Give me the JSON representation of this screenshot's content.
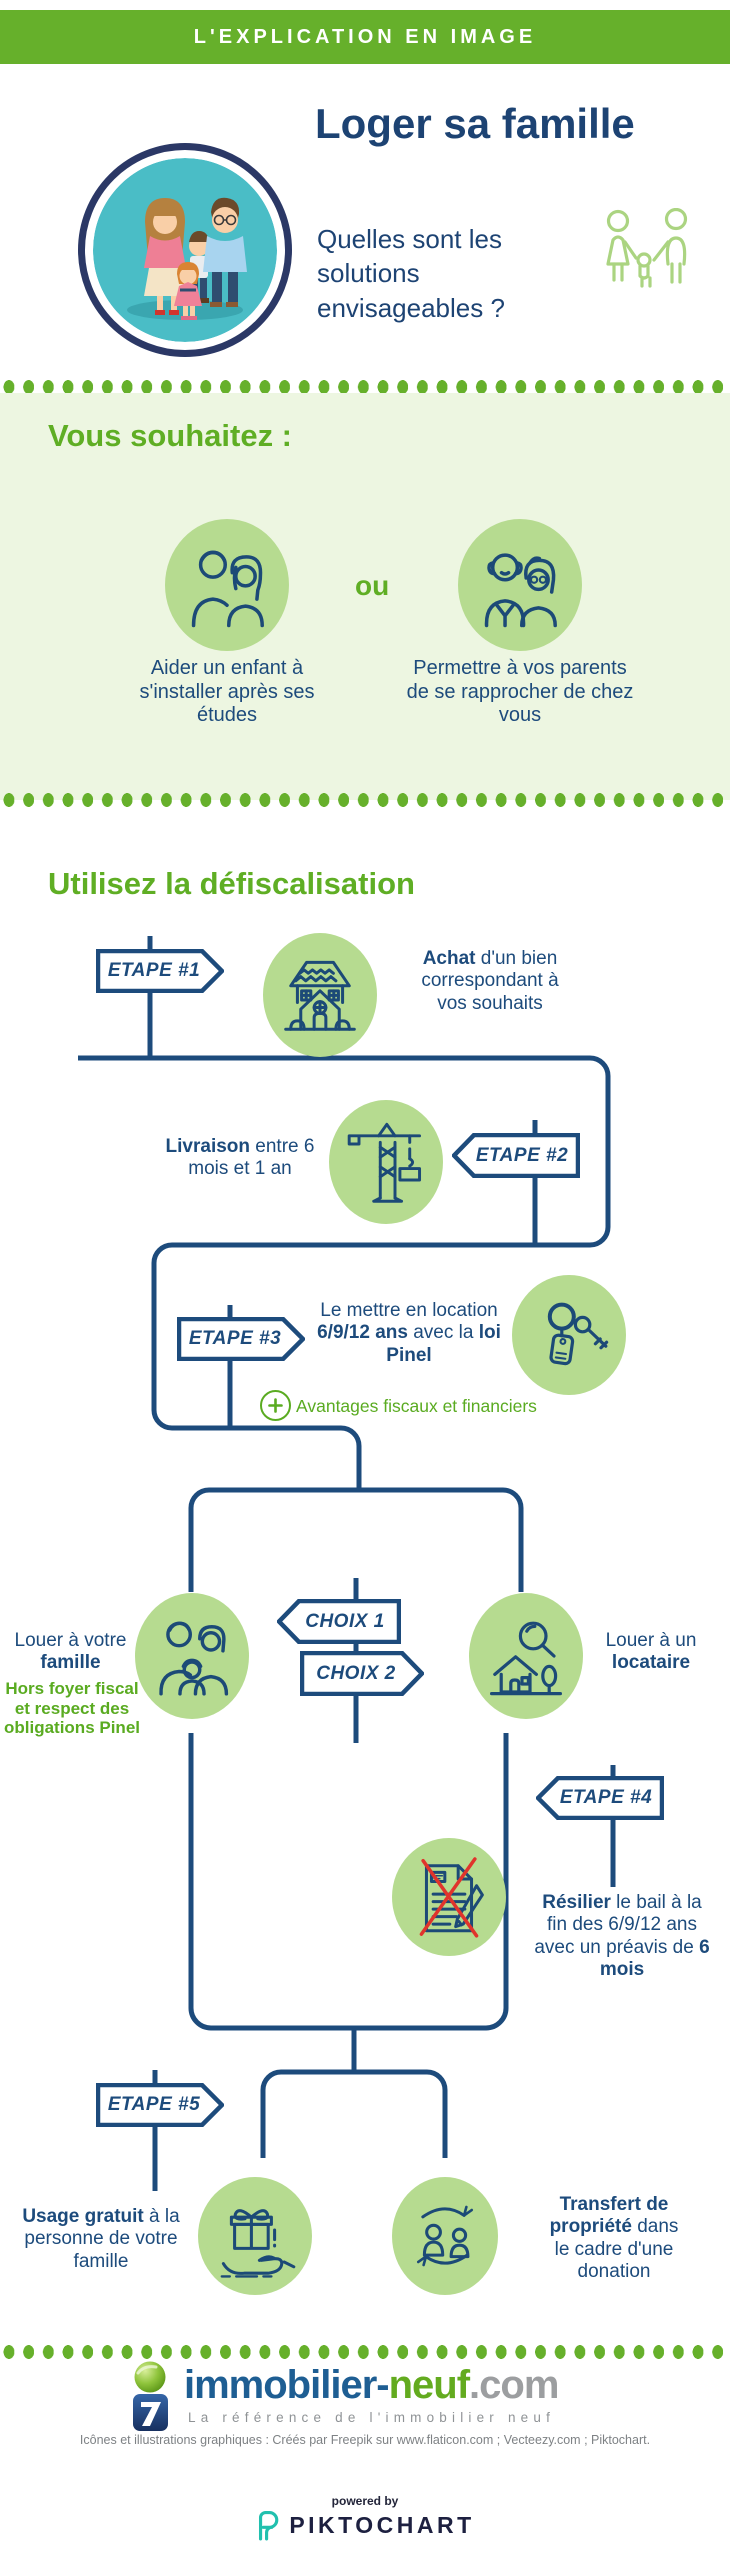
{
  "banner": {
    "label": "L'EXPLICATION EN IMAGE"
  },
  "header": {
    "title": "Loger sa famille",
    "subtitle": "Quelles sont les solutions envisageables ?"
  },
  "wish": {
    "heading": "Vous souhaitez :",
    "or_label": "ou",
    "option_left": "Aider un enfant à s'installer après ses études",
    "option_right": "Permettre à vos parents de se rapprocher de chez vous"
  },
  "defisc": {
    "heading": "Utilisez la défiscalisation",
    "step1_sign": "ETAPE #1",
    "step1_text": [
      {
        "t": "Achat",
        "b": true
      },
      {
        "t": " d'un bien correspondant à vos souhaits"
      }
    ],
    "step2_sign": "ETAPE #2",
    "step2_text": [
      {
        "t": "Livraison",
        "b": true
      },
      {
        "t": " entre 6 mois et 1 an"
      }
    ],
    "step3_sign": "ETAPE #3",
    "step3_text": [
      {
        "t": "Le mettre en location "
      },
      {
        "t": "6/9/12 ans",
        "b": true
      },
      {
        "t": " avec la "
      },
      {
        "t": "loi Pinel",
        "b": true
      }
    ],
    "step3_benefit": "Avantages fiscaux et financiers",
    "choice1_sign": "CHOIX 1",
    "choice2_sign": "CHOIX 2",
    "choice_left": [
      {
        "t": "Louer à votre "
      },
      {
        "t": "famille",
        "b": true
      }
    ],
    "choice_left_note": "Hors foyer fiscal et respect des obligations Pinel",
    "choice_right": [
      {
        "t": "Louer à un "
      },
      {
        "t": "locataire",
        "b": true
      }
    ],
    "step4_sign": "ETAPE #4",
    "step4_text": [
      {
        "t": "Résilier",
        "b": true
      },
      {
        "t": " le bail à la fin des 6/9/12 ans avec un préavis de "
      },
      {
        "t": "6 mois",
        "b": true
      }
    ],
    "step5_sign": "ETAPE #5",
    "step5_left": [
      {
        "t": "Usage gratuit",
        "b": true
      },
      {
        "t": " à la personne de votre famille"
      }
    ],
    "step5_right": [
      {
        "t": "Transfert de propriété",
        "b": true
      },
      {
        "t": " dans le cadre d'une donation"
      }
    ]
  },
  "footer": {
    "brand_main": "immobilier-",
    "brand_accent": "neuf",
    "brand_tld": ".com",
    "tagline": "La référence de l'immobilier neuf",
    "credits": "Icônes et illustrations graphiques : Créés par Freepik sur www.flaticon.com ; Vecteezy.com ; Piktochart.",
    "powered_by": "powered by",
    "platform": "PIKTOCHART"
  },
  "colors": {
    "green": "#66b02b",
    "light_green_bg": "#edf6e1",
    "bubble_green": "#b6db90",
    "navy": "#1d4b7c",
    "dark_ring": "#2b3866",
    "teal": "#4abdc6",
    "red": "#e0342c",
    "brand_blue": "#1e5e93",
    "brand_green": "#63ab1f",
    "gray": "#9c9ea0",
    "piktochart_teal": "#21c0ae"
  }
}
